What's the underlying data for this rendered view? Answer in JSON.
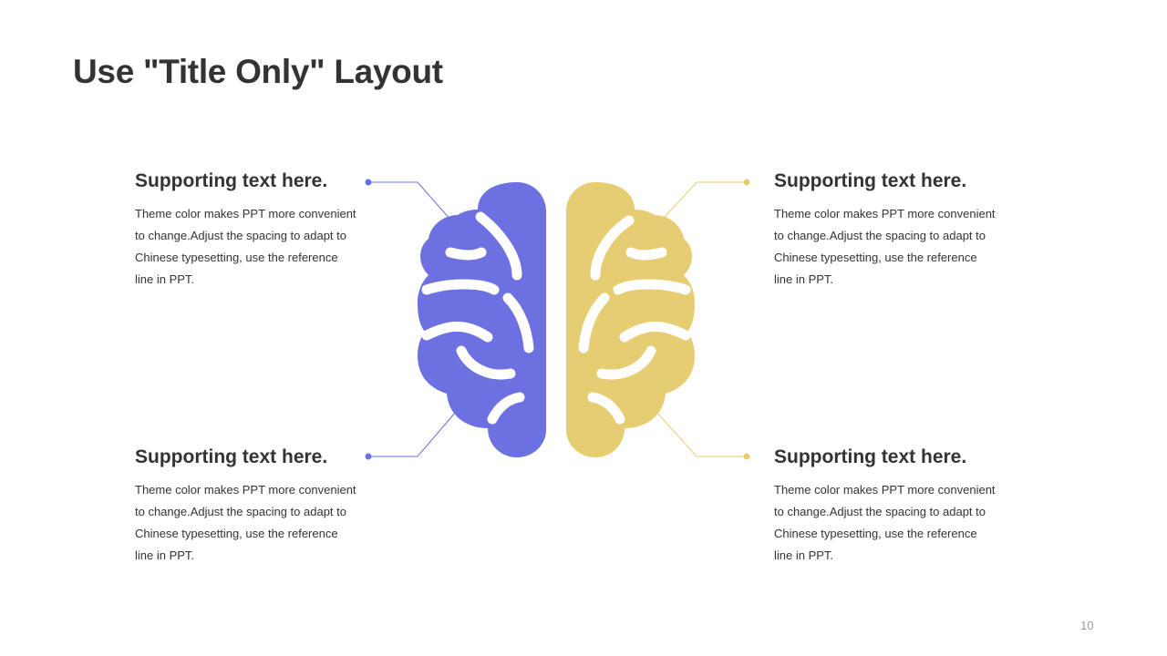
{
  "title": "Use \"Title Only\" Layout",
  "colors": {
    "left": "#6c70e0",
    "right": "#e6cd72",
    "text": "#333333"
  },
  "items": [
    {
      "heading": "Supporting text here.",
      "body": "Theme  color makes PPT more convenient  to change.Adjust  the spacing to adapt to Chinese  typesetting, use the reference line in PPT."
    },
    {
      "heading": "Supporting text here.",
      "body": "Theme  color makes PPT more convenient  to change.Adjust  the spacing to adapt to Chinese  typesetting, use the reference line in PPT."
    },
    {
      "heading": "Supporting text here.",
      "body": "Theme  color makes PPT more convenient  to change.Adjust  the spacing to adapt to Chinese  typesetting, use the reference line in PPT."
    },
    {
      "heading": "Supporting text here.",
      "body": "Theme  color makes PPT more convenient  to change.Adjust  the spacing to adapt to Chinese  typesetting, use the reference line in PPT."
    }
  ],
  "page_number": "10",
  "icon": "brain-icon"
}
